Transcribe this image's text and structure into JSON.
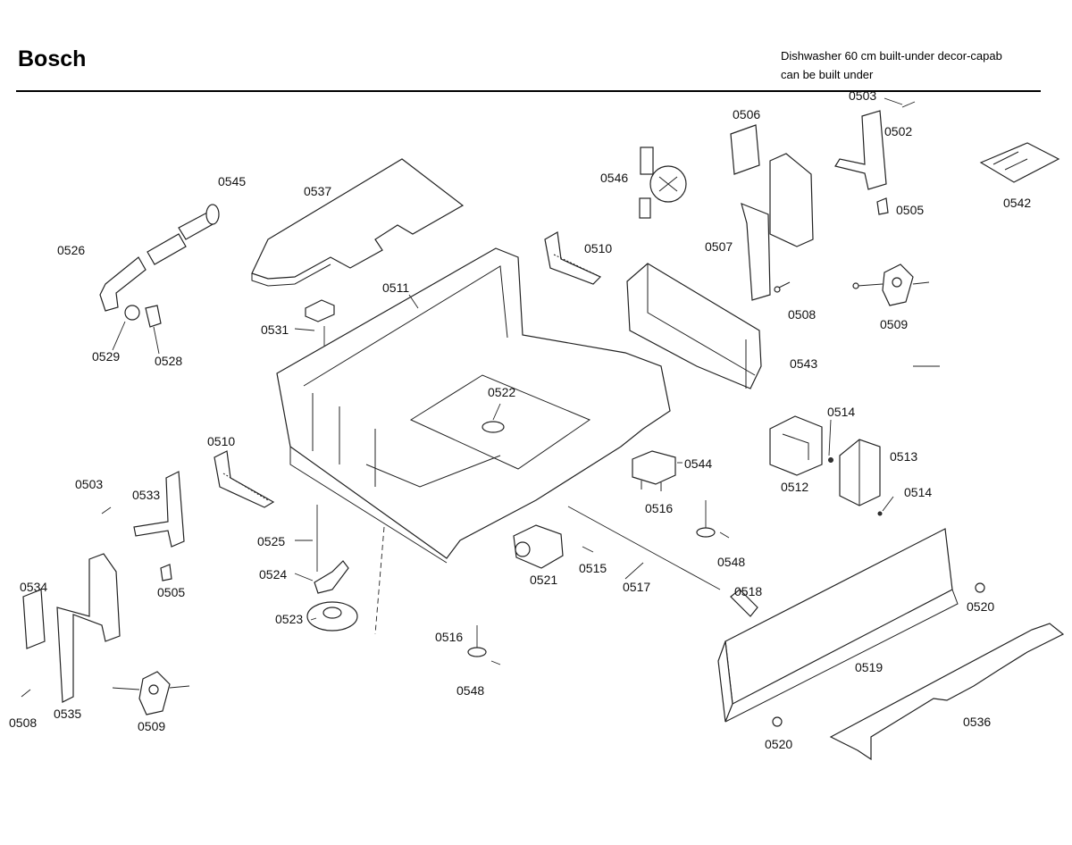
{
  "header": {
    "brand": "Bosch",
    "subtitle_line1": "Dishwasher 60 cm built-under decor-capab",
    "subtitle_line2": "can be built under"
  },
  "labels": [
    {
      "id": "p0503a",
      "text": "0503"
    },
    {
      "id": "p0506",
      "text": "0506"
    },
    {
      "id": "p0502",
      "text": "0502"
    },
    {
      "id": "p0542",
      "text": "0542"
    },
    {
      "id": "p0545",
      "text": "0545"
    },
    {
      "id": "p0537",
      "text": "0537"
    },
    {
      "id": "p0546",
      "text": "0546"
    },
    {
      "id": "p0505a",
      "text": "0505"
    },
    {
      "id": "p0526",
      "text": "0526"
    },
    {
      "id": "p0510a",
      "text": "0510"
    },
    {
      "id": "p0507",
      "text": "0507"
    },
    {
      "id": "p0511",
      "text": "0511"
    },
    {
      "id": "p0508a",
      "text": "0508"
    },
    {
      "id": "p0509a",
      "text": "0509"
    },
    {
      "id": "p0531",
      "text": "0531"
    },
    {
      "id": "p0529",
      "text": "0529"
    },
    {
      "id": "p0528",
      "text": "0528"
    },
    {
      "id": "p0543",
      "text": "0543"
    },
    {
      "id": "p0522",
      "text": "0522"
    },
    {
      "id": "p0514a",
      "text": "0514"
    },
    {
      "id": "p0510b",
      "text": "0510"
    },
    {
      "id": "p0513",
      "text": "0513"
    },
    {
      "id": "p0544",
      "text": "0544"
    },
    {
      "id": "p0512",
      "text": "0512"
    },
    {
      "id": "p0503b",
      "text": "0503"
    },
    {
      "id": "p0533",
      "text": "0533"
    },
    {
      "id": "p0514b",
      "text": "0514"
    },
    {
      "id": "p0516a",
      "text": "0516"
    },
    {
      "id": "p0525",
      "text": "0525"
    },
    {
      "id": "p0548a",
      "text": "0548"
    },
    {
      "id": "p0524",
      "text": "0524"
    },
    {
      "id": "p0515",
      "text": "0515"
    },
    {
      "id": "p0521",
      "text": "0521"
    },
    {
      "id": "p0534",
      "text": "0534"
    },
    {
      "id": "p0505b",
      "text": "0505"
    },
    {
      "id": "p0517",
      "text": "0517"
    },
    {
      "id": "p0518",
      "text": "0518"
    },
    {
      "id": "p0520a",
      "text": "0520"
    },
    {
      "id": "p0523",
      "text": "0523"
    },
    {
      "id": "p0516b",
      "text": "0516"
    },
    {
      "id": "p0519",
      "text": "0519"
    },
    {
      "id": "p0548b",
      "text": "0548"
    },
    {
      "id": "p0508b",
      "text": "0508"
    },
    {
      "id": "p0535",
      "text": "0535"
    },
    {
      "id": "p0509b",
      "text": "0509"
    },
    {
      "id": "p0536",
      "text": "0536"
    },
    {
      "id": "p0520b",
      "text": "0520"
    }
  ]
}
